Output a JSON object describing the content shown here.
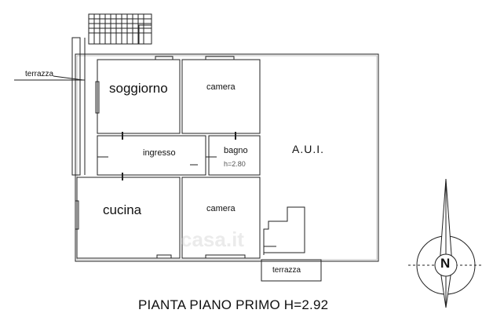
{
  "rooms": {
    "soggiorno": "soggiorno",
    "camera_top": "camera",
    "ingresso": "ingresso",
    "bagno": "bagno",
    "bagno_height": "h=2.80",
    "cucina": "cucina",
    "camera_bottom": "camera",
    "aui": "A.U.I."
  },
  "terraces": {
    "left": "terrazza",
    "bottom": "terrazza"
  },
  "title": "PIANTA PIANO PRIMO H=2.92",
  "north": "N",
  "watermark": "casa.it",
  "colors": {
    "line": "#222222",
    "wall": "#333333"
  },
  "icons": {
    "compass": "north-arrow-icon",
    "stairs": "stairs-icon"
  }
}
